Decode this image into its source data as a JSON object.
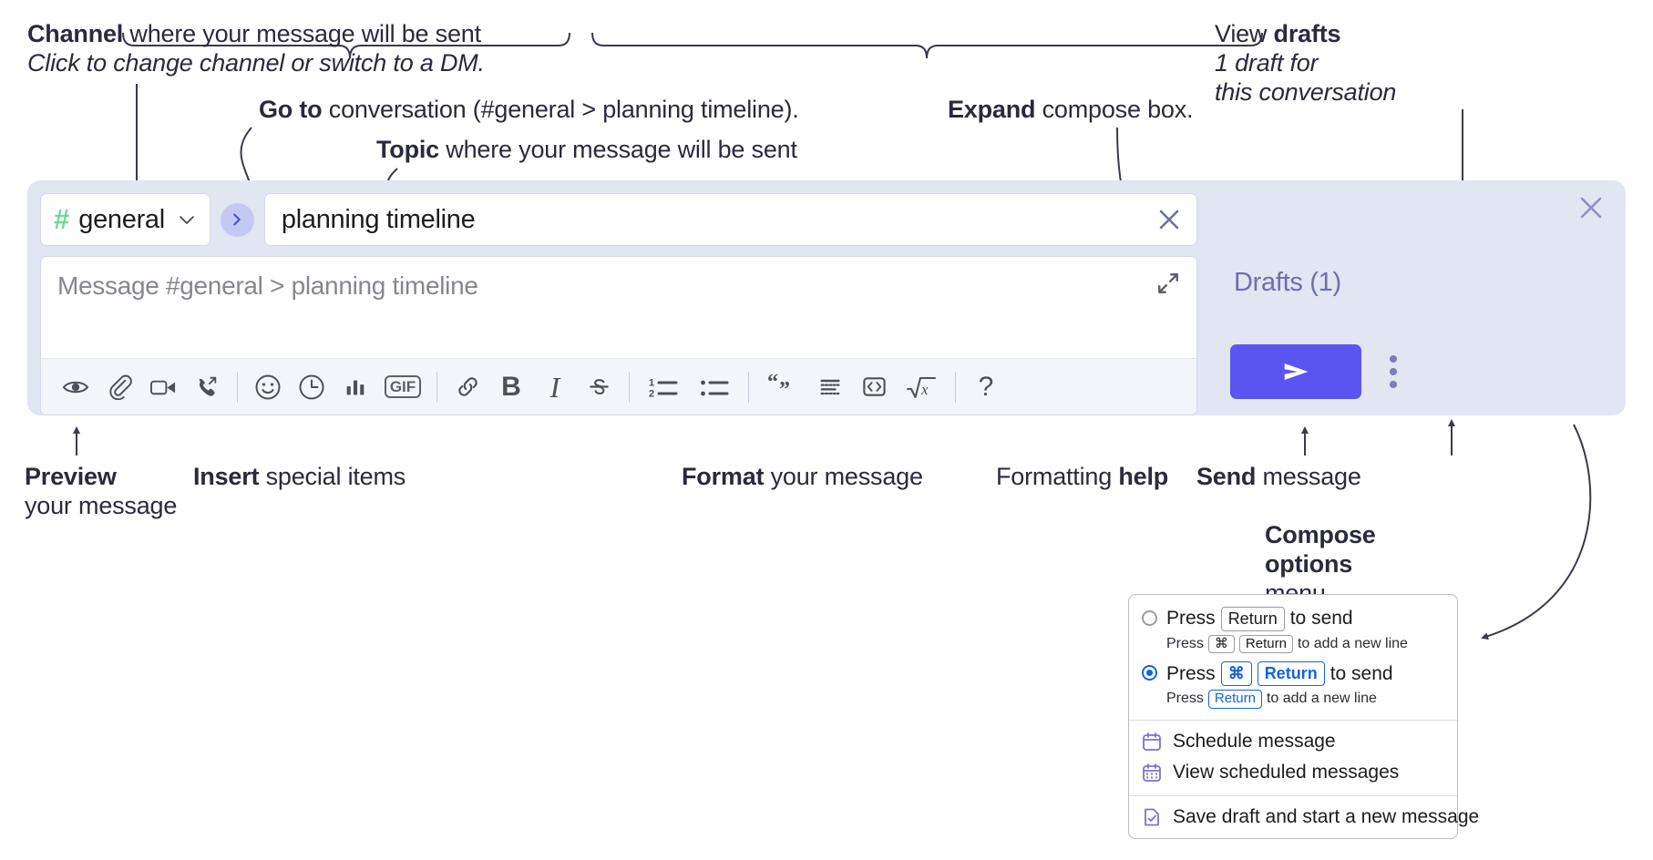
{
  "annotations": [
    {
      "id": "channel",
      "lines": [
        {
          "bold": "Channel",
          "rest": " where your message will be sent",
          "italic": false
        },
        {
          "bold": "",
          "rest": "Click to change channel or switch to a DM.",
          "italic": true
        }
      ]
    },
    {
      "id": "goto",
      "lines": [
        {
          "bold": "Go to",
          "rest": " conversation (#general > planning timeline).",
          "italic": false
        }
      ]
    },
    {
      "id": "topic",
      "lines": [
        {
          "bold": "Topic",
          "rest": " where your message will be sent",
          "italic": false
        }
      ]
    },
    {
      "id": "expand",
      "lines": [
        {
          "bold": "Expand",
          "rest": " compose box.",
          "italic": false
        }
      ]
    },
    {
      "id": "drafts",
      "lines": [
        {
          "bold": "View ",
          "rest": "",
          "italic": false,
          "boldLast": "drafts",
          "leading": "View "
        },
        {
          "bold": "",
          "rest": "1 draft for",
          "italic": true
        },
        {
          "bold": "",
          "rest": "this conversation",
          "italic": true
        }
      ]
    },
    {
      "id": "preview",
      "lines": [
        {
          "bold": "Preview",
          "rest": "",
          "italic": false
        },
        {
          "bold": "",
          "rest": "your message",
          "italic": false
        }
      ]
    },
    {
      "id": "insert",
      "lines": [
        {
          "bold": "Insert",
          "rest": " special items",
          "italic": false
        }
      ]
    },
    {
      "id": "format",
      "lines": [
        {
          "bold": "Format",
          "rest": " your message",
          "italic": false
        }
      ]
    },
    {
      "id": "help",
      "lines": [
        {
          "bold": "",
          "rest": "Formatting ",
          "italic": false,
          "boldLast": "help"
        }
      ]
    },
    {
      "id": "send",
      "lines": [
        {
          "bold": "Send",
          "rest": " message",
          "italic": false
        }
      ]
    },
    {
      "id": "compose",
      "lines": [
        {
          "bold": "Compose",
          "rest": "",
          "italic": false
        },
        {
          "bold": "options",
          "rest": "",
          "italic": false
        },
        {
          "bold": "",
          "rest": "menu",
          "italic": false
        }
      ]
    }
  ],
  "annotation_text": {
    "channel_title_bold": "Channel",
    "channel_title_rest": " where your message will be sent",
    "channel_sub": "Click to change channel or switch to a DM.",
    "goto_bold": "Go to",
    "goto_rest": " conversation (#general > planning timeline).",
    "topic_bold": "Topic",
    "topic_rest": " where your message will be sent",
    "expand_bold": "Expand",
    "expand_rest": " compose box.",
    "drafts_lead": "View ",
    "drafts_bold": "drafts",
    "drafts_sub1": "1 draft for",
    "drafts_sub2": "this conversation",
    "preview_bold": "Preview",
    "preview_rest": "your message",
    "insert_bold": "Insert",
    "insert_rest": " special items",
    "format_bold": "Format",
    "format_rest": " your message",
    "help_lead": "Formatting ",
    "help_bold": "help",
    "send_bold": "Send",
    "send_rest": " message",
    "compose_bold1": "Compose",
    "compose_bold2": "options",
    "compose_rest": "menu"
  },
  "compose": {
    "channel": {
      "hash_symbol": "#",
      "name": "general",
      "icon": "hash-icon",
      "chevron": "chevron-down-icon"
    },
    "goto_button": {
      "icon": "chevron-right-icon",
      "label": ""
    },
    "topic": {
      "value": "planning timeline",
      "clear_icon": "close-icon"
    },
    "message": {
      "placeholder": "Message #general > planning timeline",
      "value": "",
      "expand_icon": "expand-diagonal-icon"
    },
    "toolbar": [
      {
        "name": "preview-icon",
        "label": "Preview",
        "type": "icon"
      },
      {
        "name": "paperclip-icon",
        "label": "Attach file",
        "type": "icon"
      },
      {
        "name": "video-camera-icon",
        "label": "Video",
        "type": "icon"
      },
      {
        "name": "phone-call-icon",
        "label": "Call",
        "type": "icon"
      },
      {
        "name": "divider",
        "label": "",
        "type": "sep"
      },
      {
        "name": "emoji-icon",
        "label": "Emoji",
        "type": "icon"
      },
      {
        "name": "clock-icon",
        "label": "Reminder",
        "type": "icon"
      },
      {
        "name": "bar-chart-icon",
        "label": "Poll",
        "type": "icon"
      },
      {
        "name": "gif-icon",
        "label": "GIF",
        "type": "text"
      },
      {
        "name": "divider",
        "label": "",
        "type": "sep"
      },
      {
        "name": "link-icon",
        "label": "Link",
        "type": "icon"
      },
      {
        "name": "bold-icon",
        "label": "B",
        "type": "text"
      },
      {
        "name": "italic-icon",
        "label": "I",
        "type": "text"
      },
      {
        "name": "strikethrough-icon",
        "label": "S",
        "type": "icon"
      },
      {
        "name": "divider",
        "label": "",
        "type": "sep"
      },
      {
        "name": "ordered-list-icon",
        "label": "Numbered list",
        "type": "icon"
      },
      {
        "name": "bulleted-list-icon",
        "label": "Bulleted list",
        "type": "icon"
      },
      {
        "name": "divider",
        "label": "",
        "type": "sep"
      },
      {
        "name": "blockquote-icon",
        "label": "Quote",
        "type": "icon"
      },
      {
        "name": "code-block-icon",
        "label": "Code block",
        "type": "icon"
      },
      {
        "name": "inline-code-icon",
        "label": "Code",
        "type": "icon"
      },
      {
        "name": "math-icon",
        "label": "Math",
        "type": "icon"
      },
      {
        "name": "divider",
        "label": "",
        "type": "sep"
      },
      {
        "name": "help-icon",
        "label": "?",
        "type": "text"
      }
    ],
    "gif_label": "GIF",
    "bold_label": "B",
    "italic_label": "I",
    "help_label": "?",
    "drafts_label": "Drafts (1)",
    "send_icon": "paper-plane-icon",
    "kebab_icon": "more-options-icon",
    "close_icon": "close-icon"
  },
  "menu": {
    "options": [
      {
        "selected": false,
        "main_prefix": "Press",
        "main_keys": [
          "Return"
        ],
        "main_suffix": "to send",
        "sub_prefix": "Press",
        "sub_keys": [
          "⌘",
          "Return"
        ],
        "sub_suffix": "to add a new line"
      },
      {
        "selected": true,
        "main_prefix": "Press",
        "main_keys": [
          "⌘",
          "Return"
        ],
        "main_suffix": "to send",
        "sub_prefix": "Press",
        "sub_keys": [
          "Return"
        ],
        "sub_suffix": "to add a new line"
      }
    ],
    "items": [
      {
        "icon": "calendar-schedule-icon",
        "label": "Schedule message"
      },
      {
        "icon": "calendar-grid-icon",
        "label": "View scheduled messages"
      },
      {
        "icon": "save-draft-icon",
        "label": "Save draft and start a new message"
      }
    ]
  },
  "colors": {
    "panel_bg": "#e2e5f2",
    "accent_send": "#5a54f0",
    "hash_green": "#6ed79a",
    "goto_blue": "#c3c9f2",
    "drafts_purple": "#6b6fae",
    "key_blue": "#1264e0",
    "menu_icon_purple": "#7b72d6",
    "text_dark": "#2a2a3c",
    "placeholder_gray": "#868690"
  }
}
